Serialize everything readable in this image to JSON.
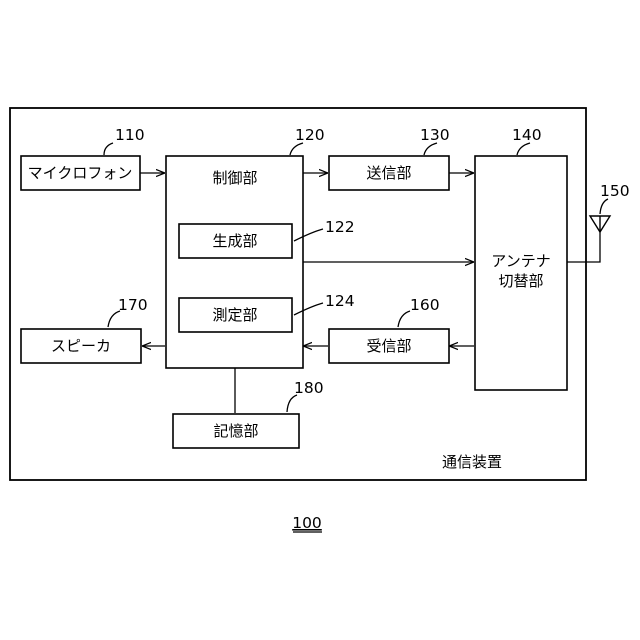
{
  "device": {
    "label": "通信装置",
    "ref": "100"
  },
  "blocks": {
    "microphone": {
      "label": "マイクロフォン",
      "ref": "110"
    },
    "controller": {
      "label": "制御部",
      "ref": "120"
    },
    "generator": {
      "label": "生成部",
      "ref": "122"
    },
    "measurer": {
      "label": "測定部",
      "ref": "124"
    },
    "transmitter": {
      "label": "送信部",
      "ref": "130"
    },
    "antenna_switch": {
      "label_line1": "アンテナ",
      "label_line2": "切替部",
      "ref": "140"
    },
    "antenna": {
      "ref": "150"
    },
    "receiver": {
      "label": "受信部",
      "ref": "160"
    },
    "speaker": {
      "label": "スピーカ",
      "ref": "170"
    },
    "storage": {
      "label": "記憶部",
      "ref": "180"
    }
  }
}
